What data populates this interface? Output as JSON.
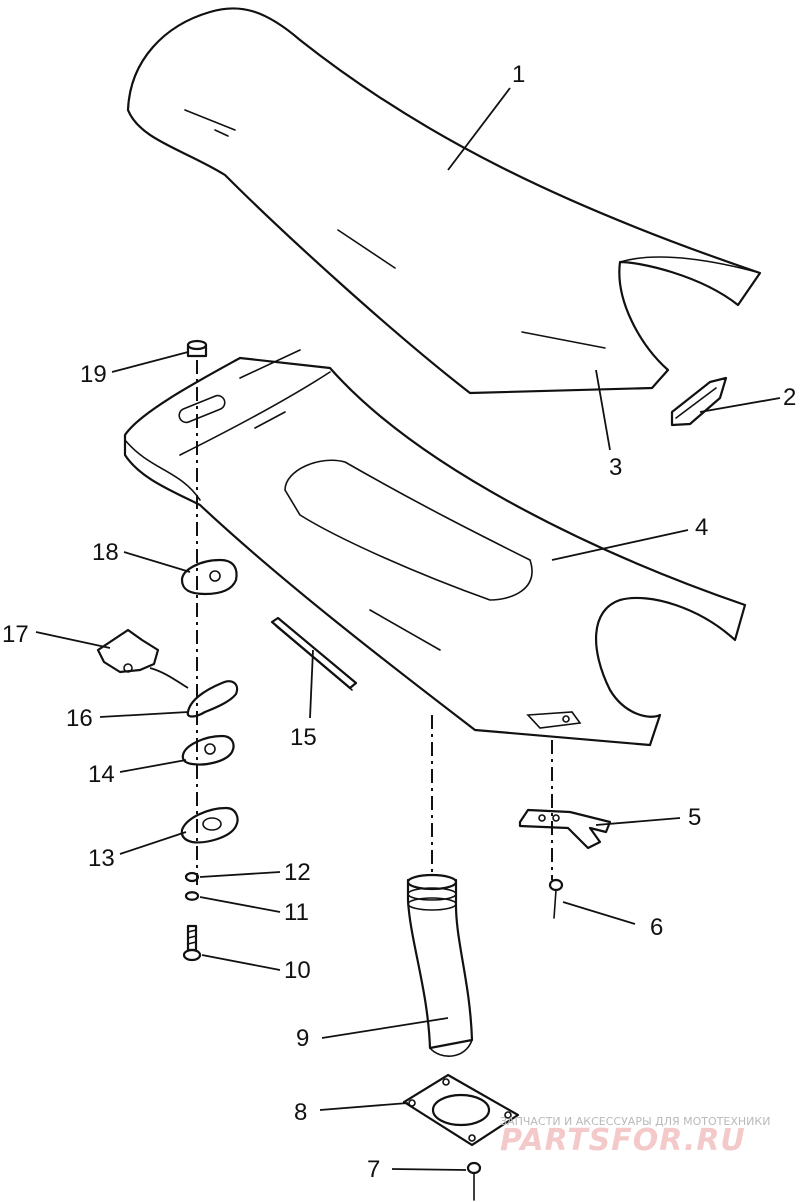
{
  "callouts": [
    {
      "id": 1,
      "label": "1"
    },
    {
      "id": 2,
      "label": "2"
    },
    {
      "id": 3,
      "label": "3"
    },
    {
      "id": 4,
      "label": "4"
    },
    {
      "id": 5,
      "label": "5"
    },
    {
      "id": 6,
      "label": "6"
    },
    {
      "id": 7,
      "label": "7"
    },
    {
      "id": 8,
      "label": "8"
    },
    {
      "id": 9,
      "label": "9"
    },
    {
      "id": 10,
      "label": "10"
    },
    {
      "id": 11,
      "label": "11"
    },
    {
      "id": 12,
      "label": "12"
    },
    {
      "id": 13,
      "label": "13"
    },
    {
      "id": 14,
      "label": "14"
    },
    {
      "id": 15,
      "label": "15"
    },
    {
      "id": 16,
      "label": "16"
    },
    {
      "id": 17,
      "label": "17"
    },
    {
      "id": 18,
      "label": "18"
    },
    {
      "id": 19,
      "label": "19"
    }
  ],
  "watermark": {
    "tagline": "ЗАПЧАСТИ И АКСЕССУАРЫ ДЛЯ МОТОТЕХНИКИ",
    "brand": "PARTSFOR.RU"
  },
  "colors": {
    "line": "#111111",
    "background": "#ffffff",
    "watermark_brand": "#f4c9c9",
    "watermark_text": "#b9b9b9"
  }
}
